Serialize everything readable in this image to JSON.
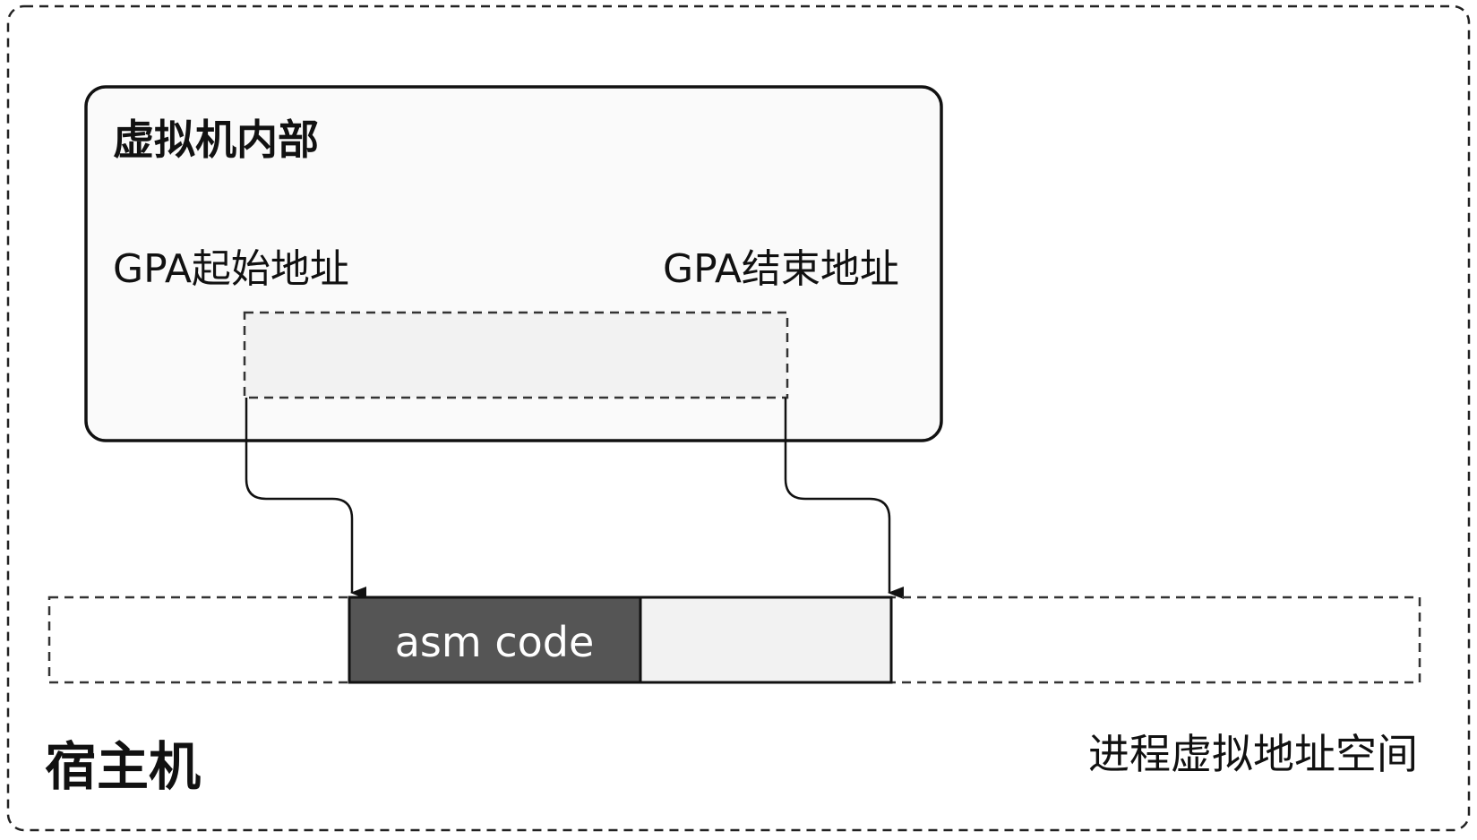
{
  "host": {
    "label": "宿主机"
  },
  "vm": {
    "title": "虚拟机内部",
    "gpa_start_label": "GPA起始地址",
    "gpa_end_label": "GPA结束地址"
  },
  "address_space": {
    "label": "进程虚拟地址空间",
    "code_block_label": "asm code"
  },
  "colors": {
    "code_block_fill": "#555555",
    "region_fill": "#f2f2f2",
    "vm_box_fill": "#fafafa",
    "stroke": "#111111"
  }
}
